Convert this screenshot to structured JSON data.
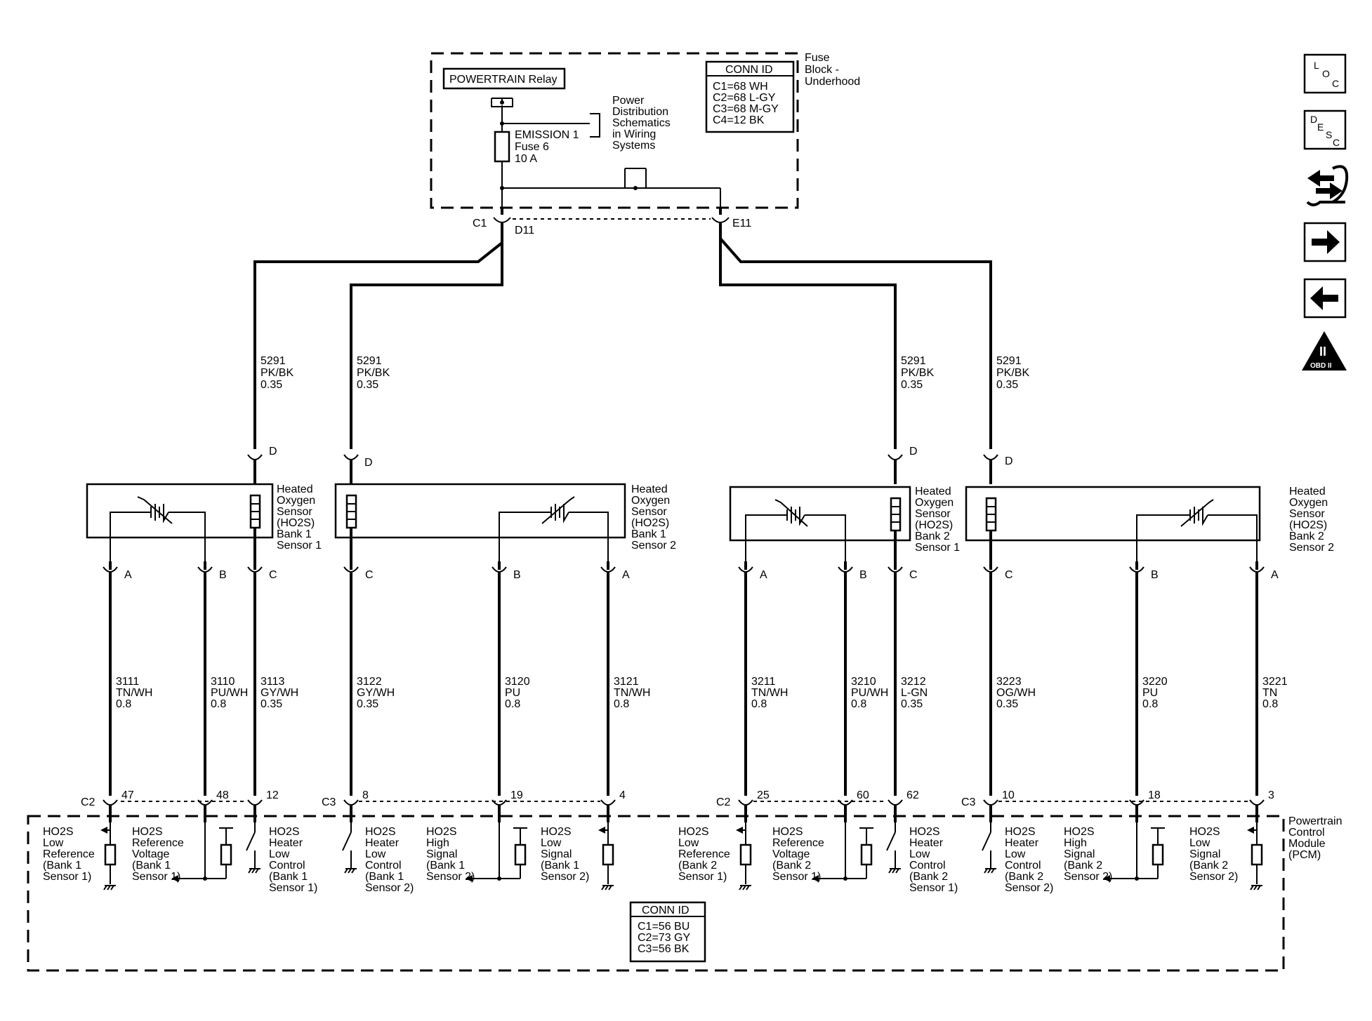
{
  "fuse_block": {
    "relay": "POWERTRAIN Relay",
    "title": [
      "Fuse",
      "Block -",
      "Underhood"
    ],
    "conn_title": "CONN ID",
    "conn": [
      "C1=68 WH",
      "C2=68 L-GY",
      "C3=68 M-GY",
      "C4=12 BK"
    ],
    "fuse": [
      "EMISSION 1",
      "Fuse 6",
      "10 A"
    ],
    "power_ref": [
      "Power",
      "Distribution",
      "Schematics",
      "in Wiring",
      "Systems"
    ],
    "c1": "C1",
    "d11": "D11",
    "e11": "E11"
  },
  "feeds": [
    {
      "circuit": "5291",
      "color": "PK/BK",
      "size": "0.35"
    },
    {
      "circuit": "5291",
      "color": "PK/BK",
      "size": "0.35"
    },
    {
      "circuit": "5291",
      "color": "PK/BK",
      "size": "0.35"
    },
    {
      "circuit": "5291",
      "color": "PK/BK",
      "size": "0.35"
    }
  ],
  "sensors": [
    {
      "name": [
        "Heated",
        "Oxygen",
        "Sensor",
        "(HO2S)",
        "Bank 1",
        "Sensor 1"
      ],
      "pin_d": "D"
    },
    {
      "name": [
        "Heated",
        "Oxygen",
        "Sensor",
        "(HO2S)",
        "Bank 1",
        "Sensor 2"
      ],
      "pin_d": "D"
    },
    {
      "name": [
        "Heated",
        "Oxygen",
        "Sensor",
        "(HO2S)",
        "Bank 2",
        "Sensor 1"
      ],
      "pin_d": "D"
    },
    {
      "name": [
        "Heated",
        "Oxygen",
        "Sensor",
        "(HO2S)",
        "Bank 2",
        "Sensor 2"
      ],
      "pin_d": "D"
    }
  ],
  "wires": [
    {
      "pin": "A",
      "circuit": "3111",
      "color": "TN/WH",
      "size": "0.8",
      "pcm_conn": "C2",
      "pcm_pin": "47",
      "func": [
        "HO2S",
        "Low",
        "Reference",
        "(Bank 1",
        "Sensor 1)"
      ]
    },
    {
      "pin": "B",
      "circuit": "3110",
      "color": "PU/WH",
      "size": "0.8",
      "pcm_conn": "",
      "pcm_pin": "48",
      "func": [
        "HO2S",
        "Reference",
        "Voltage",
        "(Bank 1",
        "Sensor 1)"
      ]
    },
    {
      "pin": "C",
      "circuit": "3113",
      "color": "GY/WH",
      "size": "0.35",
      "pcm_conn": "",
      "pcm_pin": "12",
      "func": [
        "HO2S",
        "Heater",
        "Low",
        "Control",
        "(Bank 1",
        "Sensor 1)"
      ]
    },
    {
      "pin": "C",
      "circuit": "3122",
      "color": "GY/WH",
      "size": "0.35",
      "pcm_conn": "C3",
      "pcm_pin": "8",
      "func": [
        "HO2S",
        "Heater",
        "Low",
        "Control",
        "(Bank 1",
        "Sensor 2)"
      ]
    },
    {
      "pin": "B",
      "circuit": "3120",
      "color": "PU",
      "size": "0.8",
      "pcm_conn": "",
      "pcm_pin": "19",
      "func": [
        "HO2S",
        "High",
        "Signal",
        "(Bank 1",
        "Sensor 2)"
      ]
    },
    {
      "pin": "A",
      "circuit": "3121",
      "color": "TN/WH",
      "size": "0.8",
      "pcm_conn": "",
      "pcm_pin": "4",
      "func": [
        "HO2S",
        "Low",
        "Signal",
        "(Bank 1",
        "Sensor 2)"
      ]
    },
    {
      "pin": "A",
      "circuit": "3211",
      "color": "TN/WH",
      "size": "0.8",
      "pcm_conn": "C2",
      "pcm_pin": "25",
      "func": [
        "HO2S",
        "Low",
        "Reference",
        "(Bank 2",
        "Sensor 1)"
      ]
    },
    {
      "pin": "B",
      "circuit": "3210",
      "color": "PU/WH",
      "size": "0.8",
      "pcm_conn": "",
      "pcm_pin": "60",
      "func": [
        "HO2S",
        "Reference",
        "Voltage",
        "(Bank 2",
        "Sensor 1)"
      ]
    },
    {
      "pin": "C",
      "circuit": "3212",
      "color": "L-GN",
      "size": "0.35",
      "pcm_conn": "",
      "pcm_pin": "62",
      "func": [
        "HO2S",
        "Heater",
        "Low",
        "Control",
        "(Bank 2",
        "Sensor 1)"
      ]
    },
    {
      "pin": "C",
      "circuit": "3223",
      "color": "OG/WH",
      "size": "0.35",
      "pcm_conn": "C3",
      "pcm_pin": "10",
      "func": [
        "HO2S",
        "Heater",
        "Low",
        "Control",
        "(Bank 2",
        "Sensor 2)"
      ]
    },
    {
      "pin": "B",
      "circuit": "3220",
      "color": "PU",
      "size": "0.8",
      "pcm_conn": "",
      "pcm_pin": "18",
      "func": [
        "HO2S",
        "High",
        "Signal",
        "(Bank 2",
        "Sensor 2)"
      ]
    },
    {
      "pin": "A",
      "circuit": "3221",
      "color": "TN",
      "size": "0.8",
      "pcm_conn": "",
      "pcm_pin": "3",
      "func": [
        "HO2S",
        "Low",
        "Signal",
        "(Bank 2",
        "Sensor 2)"
      ]
    }
  ],
  "pcm": {
    "title": [
      "Powertrain",
      "Control",
      "Module",
      "(PCM)"
    ],
    "conn_title": "CONN ID",
    "conn": [
      "C1=56 BU",
      "C2=73 GY",
      "C3=56 BK"
    ]
  },
  "nav_icons": {
    "loc": [
      "L",
      "O",
      "C"
    ],
    "desc": [
      "D",
      "E",
      "S",
      "C"
    ],
    "obd": [
      "II",
      "OBD II"
    ]
  }
}
